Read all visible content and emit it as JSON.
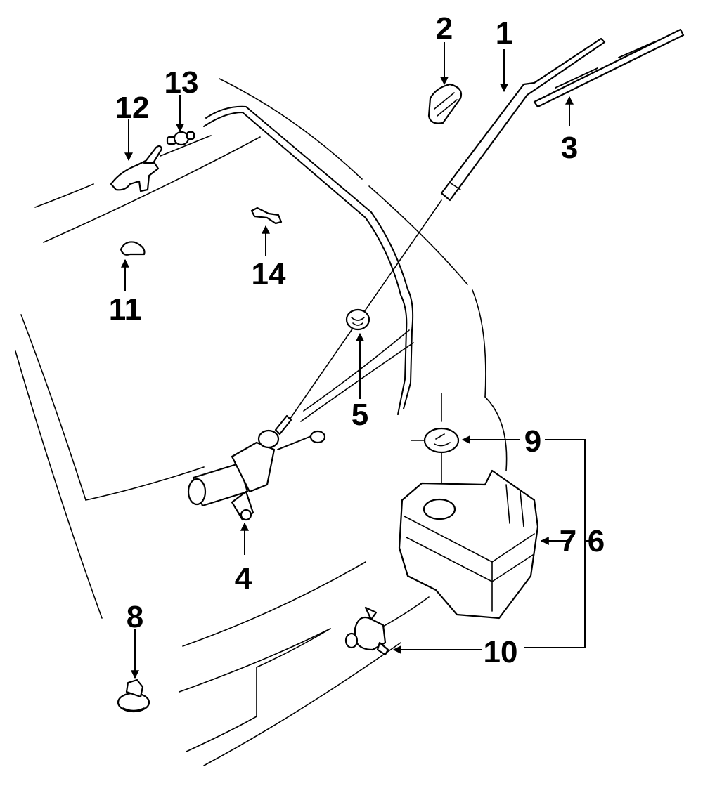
{
  "diagram": {
    "title": "Rear wiper & washer components",
    "callouts": [
      {
        "id": "1",
        "label": "1",
        "part": "wiper-arm"
      },
      {
        "id": "2",
        "label": "2",
        "part": "arm-cap"
      },
      {
        "id": "3",
        "label": "3",
        "part": "wiper-blade"
      },
      {
        "id": "4",
        "label": "4",
        "part": "wiper-motor"
      },
      {
        "id": "5",
        "label": "5",
        "part": "pivot-grommet"
      },
      {
        "id": "6",
        "label": "6",
        "part": "washer-reservoir-assembly"
      },
      {
        "id": "7",
        "label": "7",
        "part": "washer-reservoir"
      },
      {
        "id": "8",
        "label": "8",
        "part": "push-clip"
      },
      {
        "id": "9",
        "label": "9",
        "part": "reservoir-cap"
      },
      {
        "id": "10",
        "label": "10",
        "part": "washer-pump"
      },
      {
        "id": "11",
        "label": "11",
        "part": "hose-clip"
      },
      {
        "id": "12",
        "label": "12",
        "part": "washer-nozzle"
      },
      {
        "id": "13",
        "label": "13",
        "part": "check-valve"
      },
      {
        "id": "14",
        "label": "14",
        "part": "hose-clamp"
      }
    ],
    "colors": {
      "line": "#000000",
      "background": "#ffffff"
    }
  }
}
